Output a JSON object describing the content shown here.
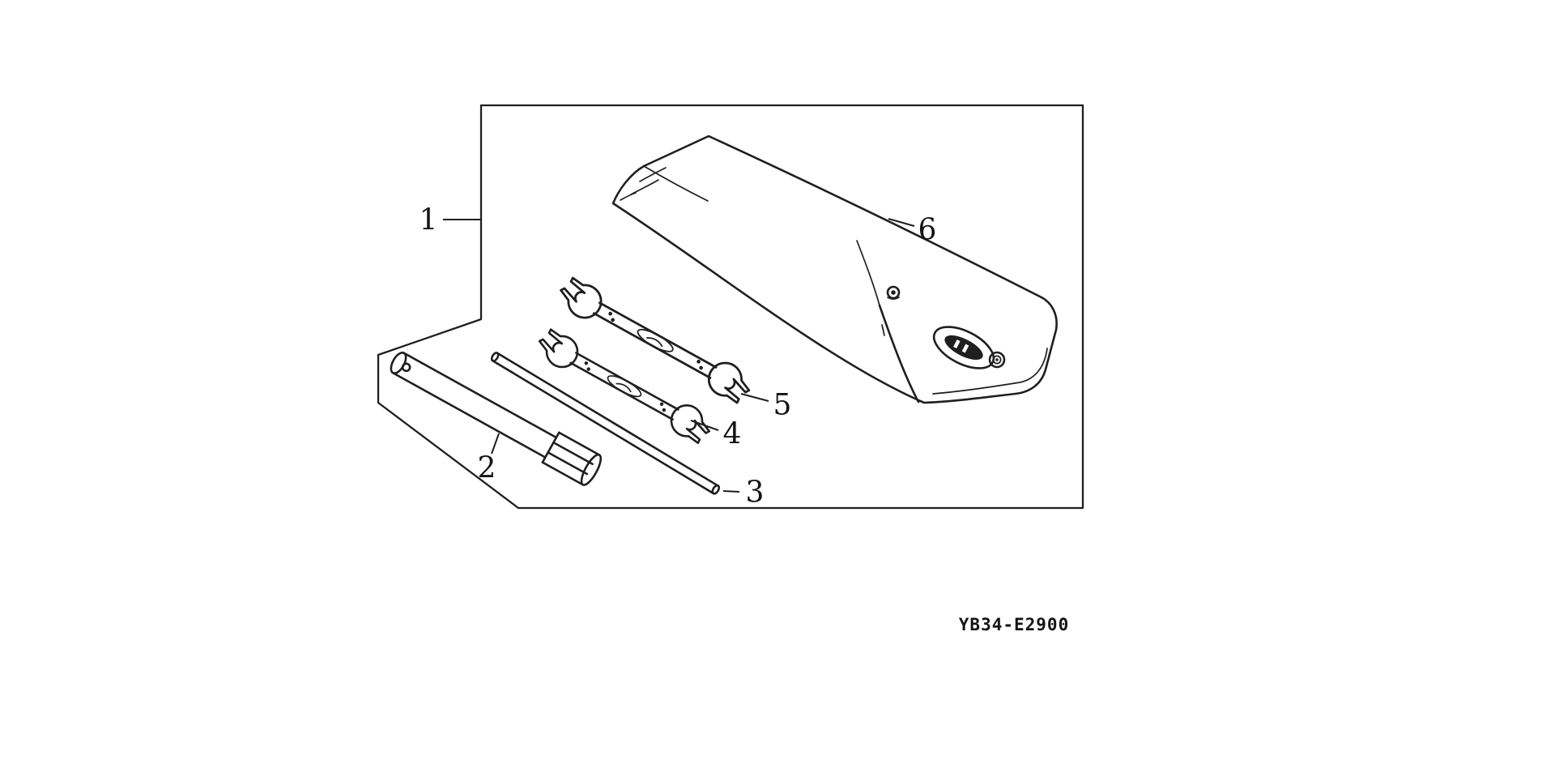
{
  "colors": {
    "background": "#ffffff",
    "line": "#1f1f1f"
  },
  "diagram": {
    "code": "YB34-E2900",
    "parts": [
      {
        "label": "1",
        "item": "tool-kit-outline"
      },
      {
        "label": "2",
        "item": "spark-plug-socket-wrench"
      },
      {
        "label": "3",
        "item": "bar-rod"
      },
      {
        "label": "4",
        "item": "open-end-wrench-small"
      },
      {
        "label": "5",
        "item": "open-end-wrench-large"
      },
      {
        "label": "6",
        "item": "tool-bag"
      }
    ]
  }
}
